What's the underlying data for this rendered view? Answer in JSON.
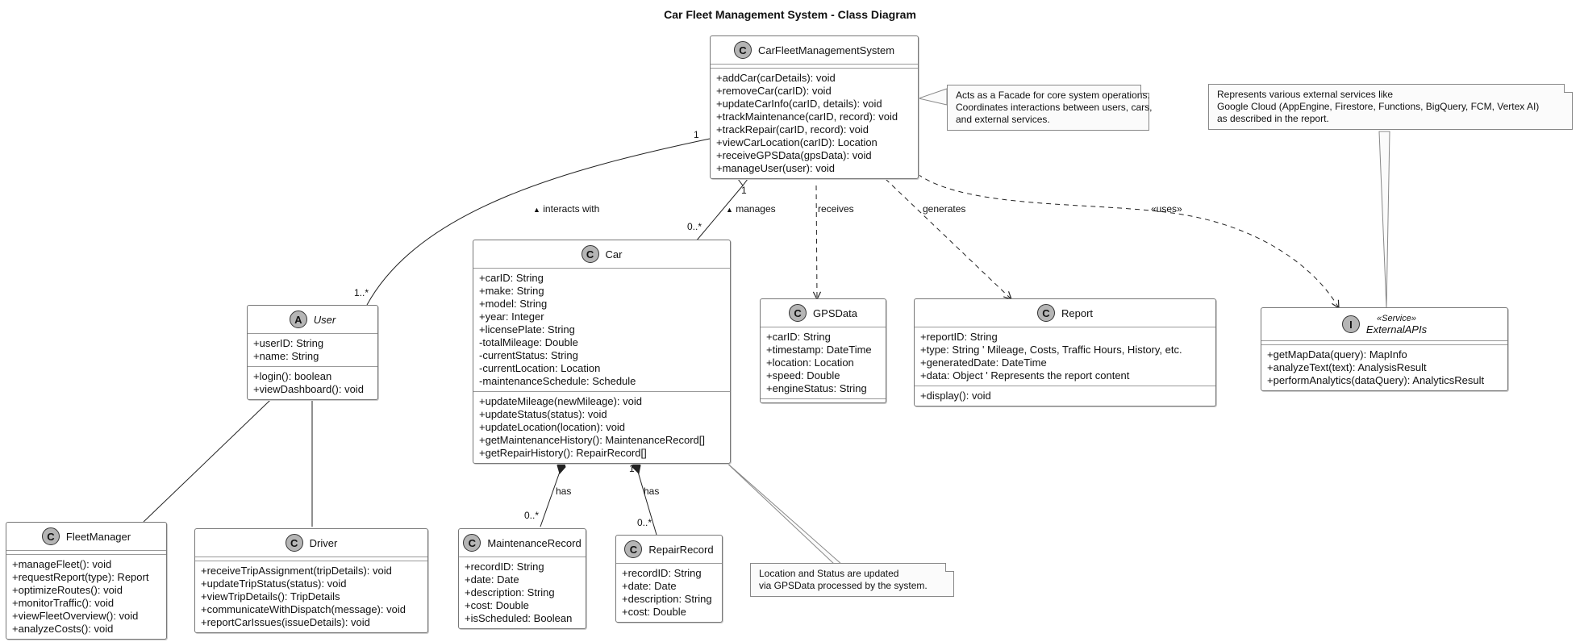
{
  "title": "Car Fleet Management System - Class Diagram",
  "classes": {
    "cfms": {
      "name": "CarFleetManagementSystem",
      "badge": "C",
      "methods": [
        "+addCar(carDetails): void",
        "+removeCar(carID): void",
        "+updateCarInfo(carID, details): void",
        "+trackMaintenance(carID, record): void",
        "+trackRepair(carID, record): void",
        "+viewCarLocation(carID): Location",
        "+receiveGPSData(gpsData): void",
        "+manageUser(user): void"
      ]
    },
    "user": {
      "name": "User",
      "badge": "A",
      "attrs": [
        "+userID: String",
        "+name: String"
      ],
      "methods": [
        "+login(): boolean",
        "+viewDashboard(): void"
      ]
    },
    "car": {
      "name": "Car",
      "badge": "C",
      "attrs": [
        "+carID: String",
        "+make: String",
        "+model: String",
        "+year: Integer",
        "+licensePlate: String",
        "-totalMileage: Double",
        "-currentStatus: String",
        "-currentLocation: Location",
        "-maintenanceSchedule: Schedule"
      ],
      "methods": [
        "+updateMileage(newMileage): void",
        "+updateStatus(status): void",
        "+updateLocation(location): void",
        "+getMaintenanceHistory(): MaintenanceRecord[]",
        "+getRepairHistory(): RepairRecord[]"
      ]
    },
    "gps": {
      "name": "GPSData",
      "badge": "C",
      "attrs": [
        "+carID: String",
        "+timestamp: DateTime",
        "+location: Location",
        "+speed: Double",
        "+engineStatus: String"
      ]
    },
    "report": {
      "name": "Report",
      "badge": "C",
      "attrs": [
        "+reportID: String",
        "+type: String  ' Mileage, Costs, Traffic Hours, History, etc.",
        "+generatedDate: DateTime",
        "+data: Object ' Represents the report content"
      ],
      "methods": [
        "+display(): void"
      ]
    },
    "ext": {
      "name": "ExternalAPIs",
      "badge": "I",
      "stereotype": "«Service»",
      "methods": [
        "+getMapData(query): MapInfo",
        "+analyzeText(text): AnalysisResult",
        "+performAnalytics(dataQuery): AnalyticsResult"
      ]
    },
    "fm": {
      "name": "FleetManager",
      "badge": "C",
      "methods": [
        "+manageFleet(): void",
        "+requestReport(type): Report",
        "+optimizeRoutes(): void",
        "+monitorTraffic(): void",
        "+viewFleetOverview(): void",
        "+analyzeCosts(): void"
      ]
    },
    "driver": {
      "name": "Driver",
      "badge": "C",
      "methods": [
        "+receiveTripAssignment(tripDetails): void",
        "+updateTripStatus(status): void",
        "+viewTripDetails(): TripDetails",
        "+communicateWithDispatch(message): void",
        "+reportCarIssues(issueDetails): void"
      ]
    },
    "maint": {
      "name": "MaintenanceRecord",
      "badge": "C",
      "attrs": [
        "+recordID: String",
        "+date: Date",
        "+description: String",
        "+cost: Double",
        "+isScheduled: Boolean"
      ]
    },
    "repair": {
      "name": "RepairRecord",
      "badge": "C",
      "attrs": [
        "+recordID: String",
        "+date: Date",
        "+description: String",
        "+cost: Double"
      ]
    }
  },
  "notes": {
    "facade": [
      "Acts as a Facade for core system operations.",
      "Coordinates interactions between users, cars,",
      "and external services."
    ],
    "external": [
      "Represents various external services like",
      "Google Cloud (AppEngine, Firestore, Functions, BigQuery, FCM, Vertex AI)",
      "as described in the report."
    ],
    "location": [
      "Location and Status are updated",
      "via GPSData processed by the system."
    ]
  },
  "labels": {
    "interacts": "interacts with",
    "manages": "manages",
    "receives": "receives",
    "generates": "generates",
    "uses": "«uses»",
    "has1": "has",
    "has2": "has",
    "mult_cfms_user": "1",
    "mult_user": "1..*",
    "mult_cfms_car": "1",
    "mult_car": "0..*",
    "mult_maint": "0..*",
    "mult_repair_src": "1",
    "mult_repair": "0..*"
  },
  "arrows": {
    "interacts": "▲",
    "manages": "▲"
  }
}
